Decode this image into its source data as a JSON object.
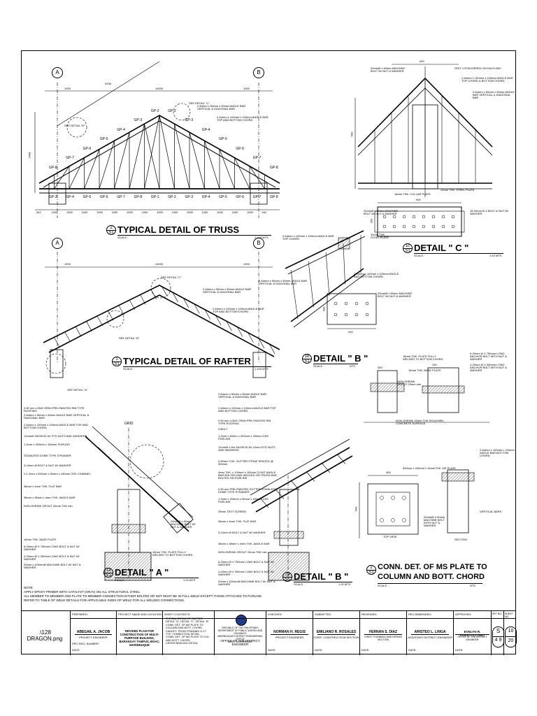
{
  "grid_bubbles": {
    "a1": "A",
    "b1": "B",
    "a2": "A",
    "b2": "B"
  },
  "titles": {
    "truss": {
      "num": "2",
      "sheet": "S1",
      "label": "TYPICAL DETAIL OF TRUSS",
      "scale": "SCALE :",
      "ratio": "1:100 MTS"
    },
    "rafter": {
      "num": "1",
      "sheet": "S1",
      "label": "TYPICAL DETAIL OF RAFTER",
      "scale": "SCALE :",
      "ratio": "1:100 MTS"
    },
    "detail_c": {
      "num": "1c",
      "sheet": "S1",
      "label": "DETAIL \" C \"",
      "scale": "SCALE :",
      "ratio": "1:10 MTS"
    },
    "detail_b_top": {
      "num": "1b",
      "sheet": "S1",
      "label": "DETAIL \" B \"",
      "scale": "SCALE :",
      "ratio": "NTS"
    },
    "detail_a": {
      "num": "1a",
      "sheet": "S1",
      "label": "DETAIL \" A \"",
      "scale": "SCALE :",
      "ratio": "1:20 MTS"
    },
    "detail_b2": {
      "num": "2a",
      "sheet": "S1",
      "label": "DETAIL \" B \"",
      "scale": "SCALE :",
      "ratio": "1:20 MTS"
    },
    "conn": {
      "num": "2",
      "sheet": "S1",
      "label1": "CONN. DET. OF MS PLATE TO",
      "label2": "COLUMN AND BOTT. CHORD",
      "scale": "SCALE :",
      "ratio": "NTS"
    }
  },
  "truss": {
    "dims_top": [
      "1000",
      "2436",
      "14000",
      "1000"
    ],
    "height": "2448",
    "bays": [
      "542",
      "1000",
      "1000",
      "1000",
      "1000",
      "1000",
      "1000",
      "1000",
      "1000",
      "1000",
      "1000",
      "1000",
      "1000",
      "1000",
      "1000",
      "542"
    ],
    "gp_tags": [
      "GP-1",
      "GP-2",
      "GP-3",
      "GP-4",
      "GP-5",
      "GP-6",
      "GP-7",
      "GP-8"
    ],
    "callouts": [
      "2-64mm x 50mm x 50mm ANGLE BAR VERTICAL & DIAGONAL BAR",
      "2-64mm x 100mm x 100mm ANGLE BAR TOP AND BOTTOM CHORD"
    ],
    "see_detail": [
      "SEE DETAIL \"B\"",
      "SEE DETAIL \"C\""
    ]
  },
  "detail_c": {
    "dims": [
      "500",
      "900",
      "600",
      "250"
    ],
    "callouts": [
      "20mmØ x 60mm MACHINE BOLT W/ NUT & WASHER",
      "GRIT 4 STAGGERED ON EACH BAY",
      "2-64mm x 100mm x 100mm ANGLE BAR TOP CHORD & BOTTOM CHORD",
      "2-64mm x 50mm x 50mm ANGLE BAR VERTICAL & DIAGONAL BAR",
      "16mm THK. COLLAR PLATE",
      "12mm THK. STEEL PLATE",
      "16-20mm Ø X BOLT & NUT W/ WASHER"
    ]
  },
  "rafter": {
    "dims": [
      "1000",
      "14000",
      "1000"
    ],
    "callouts": [
      "2-64mm x 50mm x 50mm ANGLE BAR VERTICAL & DIAGONAL BAR",
      "2-64mm x 100mm x 100mm ANGLE BAR TOP AND BOTTOM CHORD"
    ],
    "see_detail": [
      "SEE DETAIL \"C\"",
      "SEE DETAIL \"B\"",
      "SEE DETAIL \"A\""
    ]
  },
  "detail_b_top": {
    "dims": [
      "400",
      "400"
    ],
    "callouts": [
      "2-64mm x 100mm x 100mm ANGLE BAR TOP CHORD",
      "20mmØ x 60mm MACHINE BOLT W/ NUT & WASHER",
      "10mm THK. STEEL PLATE",
      "2-64mm x 50mm x 50mm ANGLE BAR VERTICAL & DIAGONAL BAR",
      "2-64mm x 100mm x 100mm ANGLE BAR BOTTOM CHORD",
      "20mmØ x 60mm MACHINE BOLT W/ NUT & WASHER"
    ]
  },
  "detail_a": {
    "callouts": [
      "0.50 mm LONG SPAN PRE-PAINTED RIB TYPE ROOFING",
      "2-64mm x 50mm x 50mm ANGLE BAR VERTICAL & DIAGONAL BAR",
      "2-64mm x 100mm x 100mm ANGLE BAR TOP AND BOTTOM CHORD",
      "12mmØ SAGROD W/ STD NUTS AND WASHERS",
      "1.2mm x 200mm x 150mm PURLINS",
      "STAINLESS DOME TYPE STRAINER",
      "3-10mm Ø BOLT & NUT W/ WASHER",
      "2-1.2mm x 200mm x 50mm x 150mm CEE CHANNEL",
      "38mm x 4mm THK. FLAT BAR",
      "38mm x 38mm x 4mm THK. ANGLE BAR",
      "NON-SHRINK GROUT 20mm THK min.",
      "16mm THK. BASE PLATE",
      "6-20mm Ø X 750mm LONG BOLT & NUT W/ WASHER",
      "4-20mm Ø X 300mm LONG BOLT & NUT W/ WASHER",
      "20mm x 420mmØ MACHINE BOLT W/ NUT & WASHER",
      "16mm THK. PLATE FULLY WELDED TO BOTTOM CHORD",
      "20mmØ x 60mm MACHINE BOLT W/ NUT & WASHER",
      "GRID"
    ]
  },
  "detail_b2": {
    "callouts": [
      "2-64mm x 50mm x 50mm ANGLE BAR VERTICAL & DIAGONAL BAR",
      "2-64mm x 100mm x 100mm ANGLE BAR TOP AND BOTTOM CHORD",
      "0.50 mm LONG SPAN PRE-PAINTED RIB TYPE ROOFING",
      "3-BOLT",
      "1.2mm x 50mm x 200mm x 150mm CEE PURLINS",
      "12mmØ x 6m SAGROD W/ 10mm STD NUTS AND WASHERS",
      "0.50mm THK. GUTTER STRAP SPACED @ 300mm",
      "4mm THK. x 100mm x 100mm CLEAT ANGLE BAR BOLTED AND WELDED ON TRUSS AND BOLTED ON PURLINS",
      "0.50 mm PRE-PAINTED GUTTER STAINLESS DOME TYPE STRAINER",
      "1.2mm x 200mm x 50mm x 150mm CEE PURLINS",
      "25mm TEXT SCREEN",
      "38mm x 4mm THK. FLAT BAR",
      "3-10mm Ø BOLT & NUT W/ WASHER",
      "38mm x 38mm x 4mm THK. ANGLE BAR",
      "NON-SHRINK GROUT 20mm THK min.",
      "6-20mm Ø X 750mm LONG BOLT & NUT W/ WASHER",
      "4-20mm Ø X 300mm LONG BOLT & NUT W/ WASHER",
      "20mm x 420mmØ MACHINE BOLT W/ NUT & WASHER"
    ]
  },
  "conn": {
    "dims": [
      "400",
      "500",
      "300",
      "100"
    ],
    "callouts": [
      "16mm THK. PLATE FULLY WELDED TO BOTTOM CHORD",
      "16mm THK. BASE PLATE",
      "NON-SHRINK GROUT 20mm min.",
      "6-20mm Ø X 750mm LONG ANCHOR BOLT WITH NUT & WASHER",
      "4-20mm Ø X 300mm LONG ANCHOR BOLT WITH NUT & WASHER",
      "NON-SHRINK 20mm THK ROUGHEN CONCRETE SURFACE",
      "2-64mm x 100mm x 100mm ANGLE BAR BOTTOM CHORD",
      "500mm x 400mm x 16mmTHK. MS PLATE",
      "20mmØ X 60mm MACHINE BOLT WITH NUT & WASHER",
      "VERTICAL BARS",
      "TOP VIEW",
      "SECTION"
    ]
  },
  "notes": {
    "heading": "NOTE:",
    "lines": [
      "APPLY EPOXY PRIMER WITH CATALYST (GRAY) ON ALL STRUCTURAL STEEL.",
      "ALL MEMBER TO MEMBER AND PLATE TO MEMBER CONNECTION EITHER BOLTED OR NOT MUST BE IN FULL WELD EXCEPT THOSE ATTACHED TO PURLINS.",
      "REFER TO TABLE OF WELD DETAILS FOR APPLICABLE SIZES OF WELD FOR ALL WELDED CONNECTIONS."
    ]
  },
  "title_block": {
    "file": ".\\128 DRAGON.png",
    "prepared_label": "PREPARED:",
    "prepared_name": "ABEGAIL A. JACOB",
    "prepared_pos": "PROJECT ENGINEER",
    "prc": "PRC REG. NUMBER:",
    "date_label": "DATE:",
    "project_label": "PROJECT NAME AND LOCATION:",
    "project_name": "REVISED PLAN FOR CONSTRUCTION OF MULTI-PURPOSE BUILDING, BARANGAY TAMPUS, BOAC, MARINDUQUE",
    "contents_label": "SHEET CONTENTS:",
    "contents": [
      "TYPICAL DETAIL OF RAFTER",
      "DETAIL \"A\", DETAIL \"C\", DETAIL \"B\"",
      "CONN. DET. OF MS PLATE TO",
      "COLUMN AND BOTT. CHORD",
      "CANOPY TRUSS FRAMING & C7",
      "TYP. CONNECTION DETAIL",
      "CONN. DET. OF MS PLATE TO COL.",
      "AND BOTT. CHORD",
      "CROSS BRACING DETAIL"
    ],
    "agency": [
      "REPUBLIC OF THE PHILIPPINES",
      "DEPARTMENT OF PUBLIC WORKS AND HIGHWAYS",
      "MARINDUQUE DISTRICT ENGINEERING OFFICE",
      "BOAC, MARINDUQUE"
    ],
    "agency_office": "OFFICE OF THE DISTRICT ENGINEER",
    "checked_label": "CHECKED:",
    "checked_name": "NORMAN H. REGIS",
    "checked_pos": "PROJECT ENGINEER",
    "submitted_label": "SUBMITTED:",
    "submitted_name": "EMILIANO R. ROSALES",
    "submitted_pos": "CHIEF, CONSTRUCTION SECTION",
    "reviewed_label": "REVIEWED:",
    "reviewed_name": "FERNAN S. DIAZ",
    "reviewed_pos": "CHIEF, PLANNING AND DESIGN SECTION",
    "recommended_label": "RECOMMENDED:",
    "recommended_name": "ARISTEO L. LINGA",
    "recommended_pos": "ASSISTANT DISTRICT ENGINEER",
    "approved_label": "APPROVED:",
    "approved_name": "EVELYN R. PUERTOLLANO",
    "approved_pos": "OFFICE OF THE DISTRICT ENGINEER",
    "set_label": "SET NO.",
    "sheet_label": "SHEET NO.",
    "set_letter": "S",
    "set_sub": "4",
    "set_total": "9",
    "sheet_no": "10",
    "sheet_total": "20"
  }
}
